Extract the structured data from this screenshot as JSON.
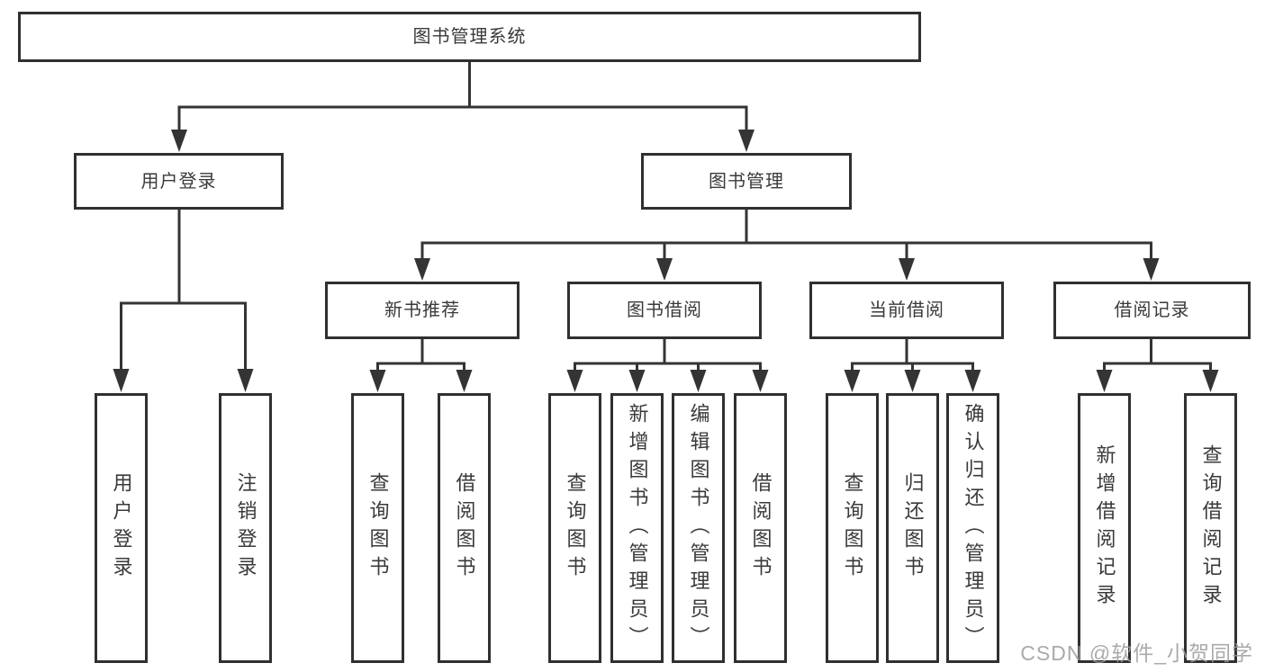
{
  "diagram": {
    "root": {
      "label": "图书管理系统"
    },
    "branches": [
      {
        "label": "用户登录",
        "children": [
          {
            "label": "用户登录"
          },
          {
            "label": "注销登录"
          }
        ]
      },
      {
        "label": "图书管理",
        "sections": [
          {
            "label": "新书推荐",
            "children": [
              {
                "label": "查询图书"
              },
              {
                "label": "借阅图书"
              }
            ]
          },
          {
            "label": "图书借阅",
            "children": [
              {
                "label": "查询图书"
              },
              {
                "label": "新增图书（管理员）"
              },
              {
                "label": "编辑图书（管理员）"
              },
              {
                "label": "借阅图书"
              }
            ]
          },
          {
            "label": "当前借阅",
            "children": [
              {
                "label": "查询图书"
              },
              {
                "label": "归还图书"
              },
              {
                "label": "确认归还（管理员）"
              }
            ]
          },
          {
            "label": "借阅记录",
            "children": [
              {
                "label": "新增借阅记录"
              },
              {
                "label": "查询借阅记录"
              }
            ]
          }
        ]
      }
    ]
  },
  "watermark": {
    "text": "CSDN @软件_小贺同学"
  },
  "colors": {
    "line": "#343434",
    "box_border": "#303030",
    "text": "#3a3a3a",
    "watermark": "#b3afaf",
    "background": "#ffffff"
  }
}
